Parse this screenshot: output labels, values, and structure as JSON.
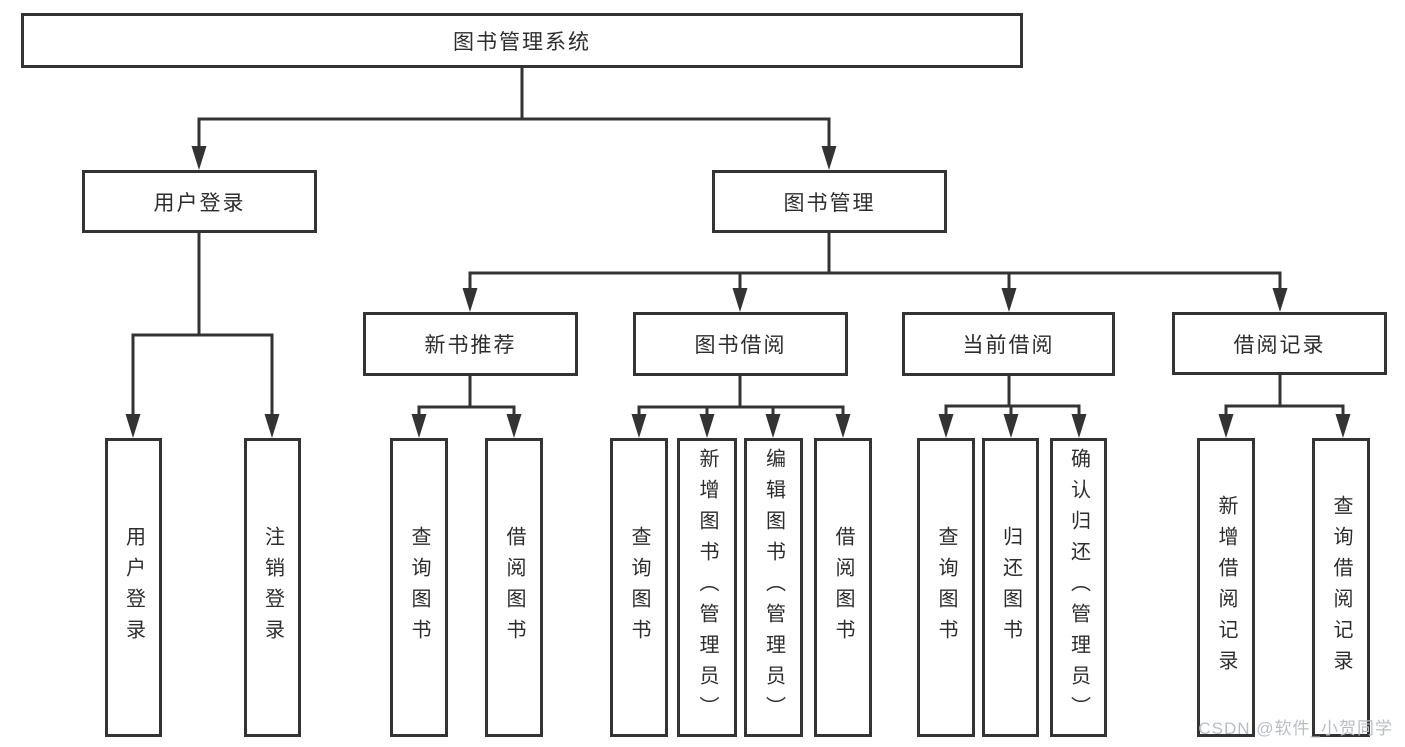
{
  "tree": {
    "root": {
      "label": "图书管理系统",
      "children": [
        {
          "label": "用户登录",
          "children": [
            {
              "label": "用户登录"
            },
            {
              "label": "注销登录"
            }
          ]
        },
        {
          "label": "图书管理",
          "children": [
            {
              "label": "新书推荐",
              "children": [
                {
                  "label": "查询图书"
                },
                {
                  "label": "借阅图书"
                }
              ]
            },
            {
              "label": "图书借阅",
              "children": [
                {
                  "label": "查询图书"
                },
                {
                  "label": "新增图书（管理员）"
                },
                {
                  "label": "编辑图书（管理员）"
                },
                {
                  "label": "借阅图书"
                }
              ]
            },
            {
              "label": "当前借阅",
              "children": [
                {
                  "label": "查询图书"
                },
                {
                  "label": "归还图书"
                },
                {
                  "label": "确认归还（管理员）"
                }
              ]
            },
            {
              "label": "借阅记录",
              "children": [
                {
                  "label": "新增借阅记录"
                },
                {
                  "label": "查询借阅记录"
                }
              ]
            }
          ]
        }
      ]
    }
  },
  "watermark": {
    "text": "CSDN @软件_小贺同学"
  },
  "colors": {
    "line": "#333333",
    "box_border": "#333333",
    "text": "#2d2d2d",
    "background": "#ffffff",
    "watermark": "#b9bec5"
  }
}
